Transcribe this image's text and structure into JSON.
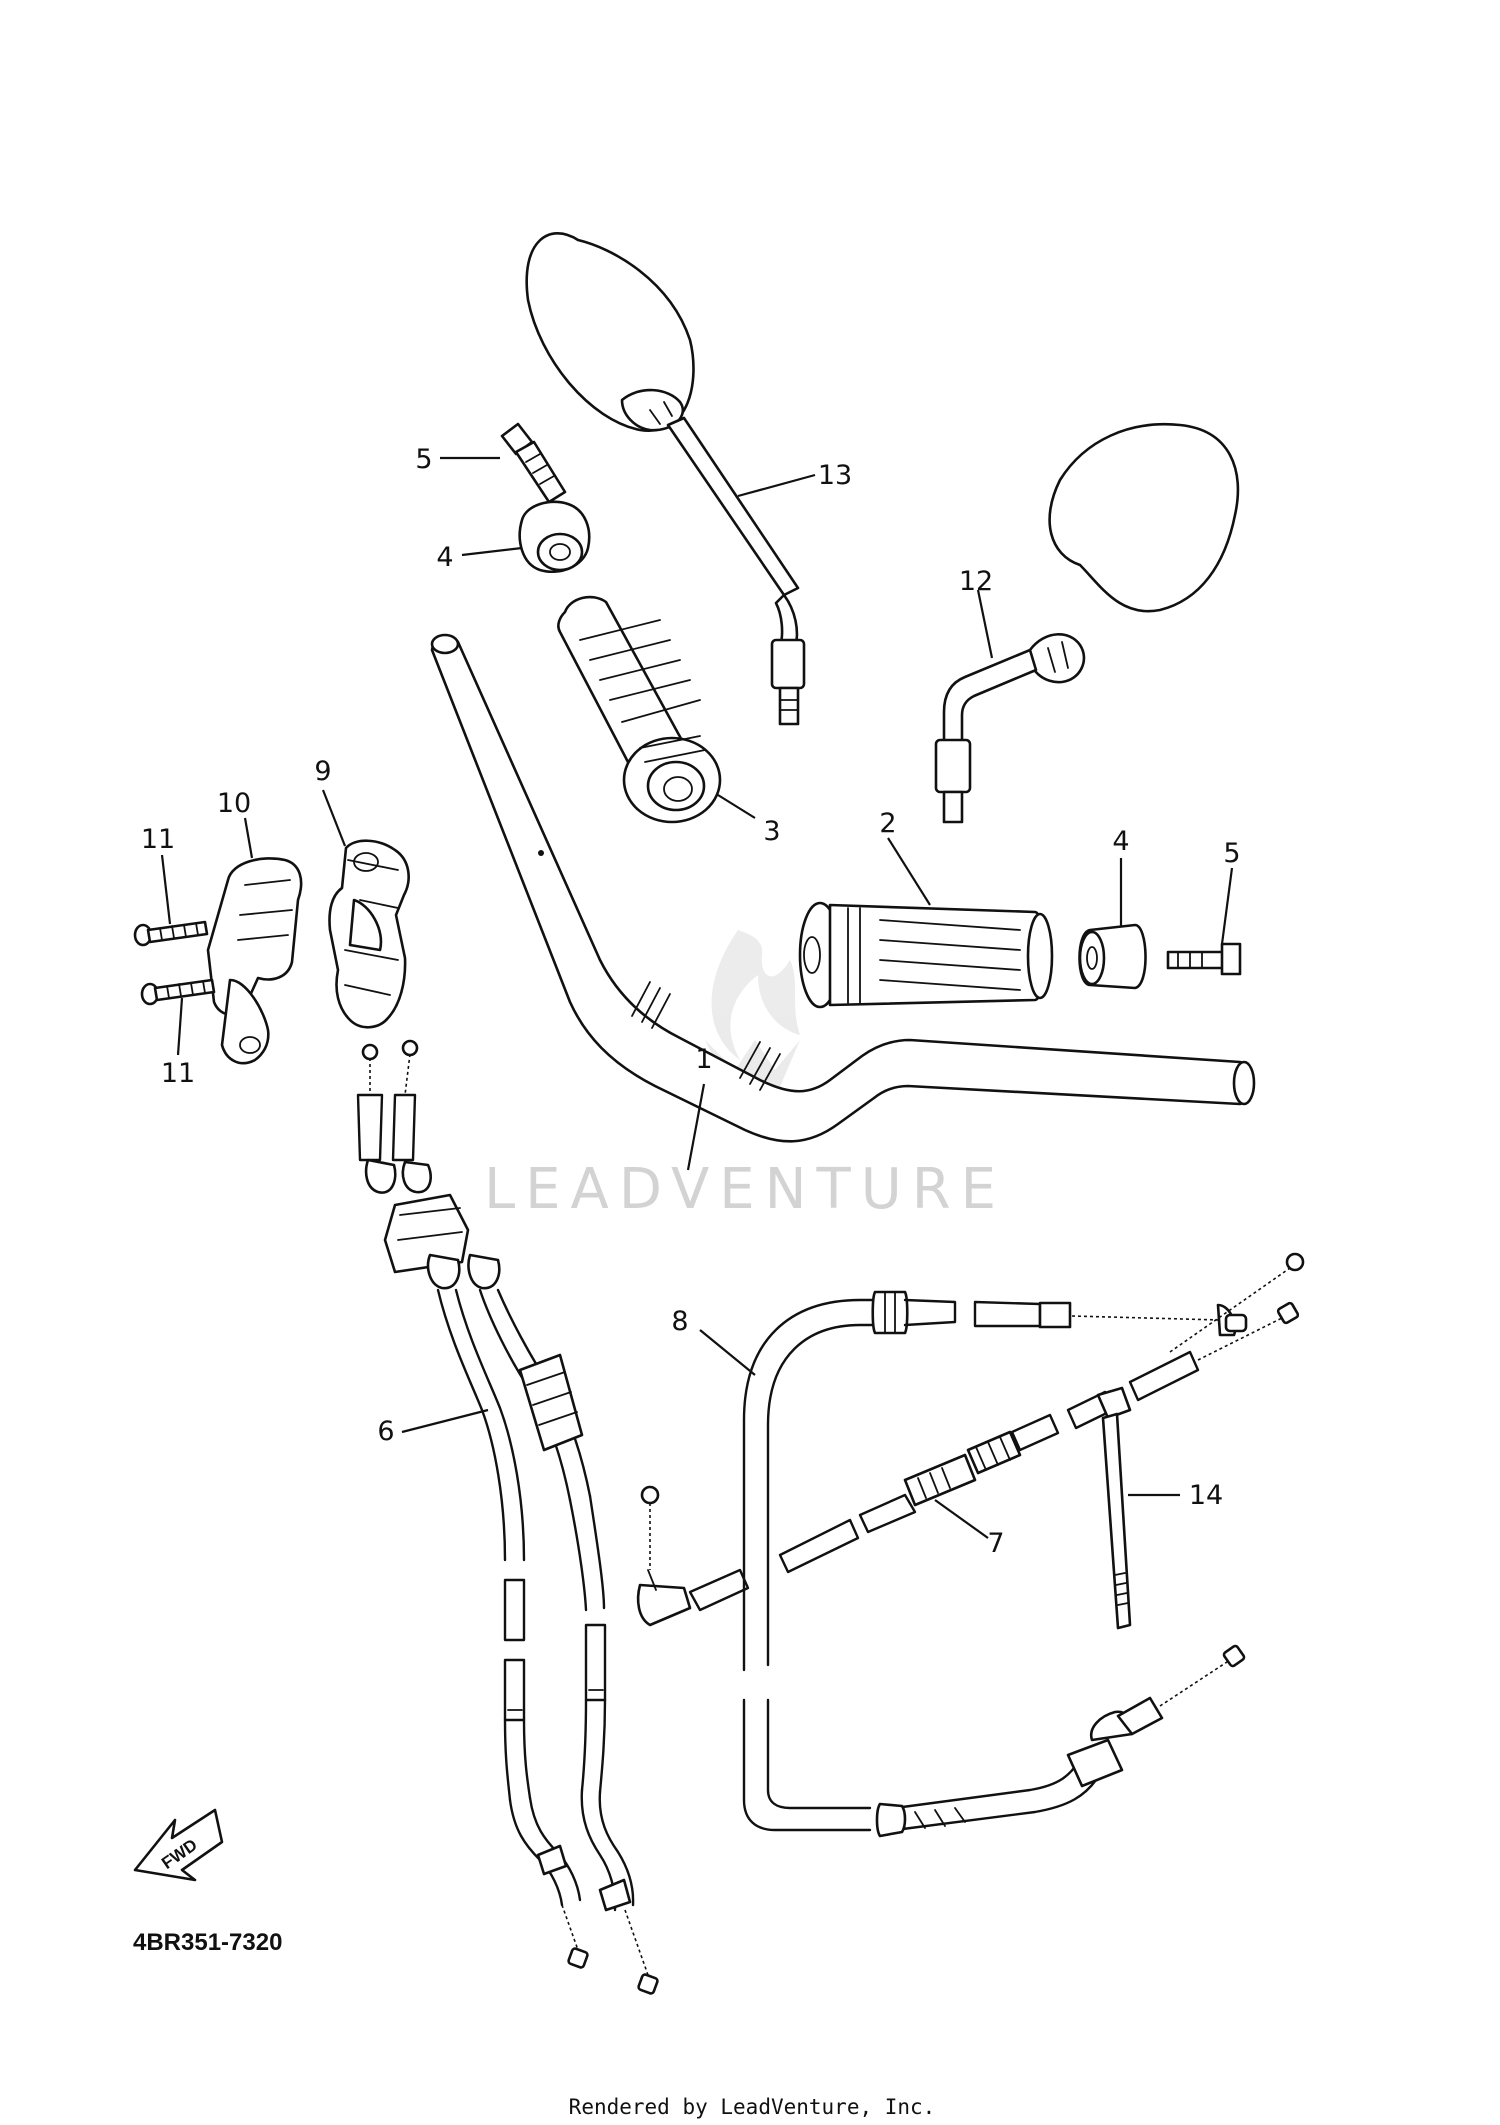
{
  "diagram": {
    "code": "4BR351-7320",
    "rendered_by": "Rendered by LeadVenture, Inc.",
    "watermark": "LEADVENTURE",
    "fwd_label": "FWD"
  },
  "callouts": {
    "c1": "1",
    "c2": "2",
    "c3": "3",
    "c4_left": "4",
    "c4_right": "4",
    "c5_left": "5",
    "c5_right": "5",
    "c6": "6",
    "c7": "7",
    "c8": "8",
    "c9": "9",
    "c10": "10",
    "c11_top": "11",
    "c11_bottom": "11",
    "c12": "12",
    "c13": "13",
    "c14": "14"
  }
}
